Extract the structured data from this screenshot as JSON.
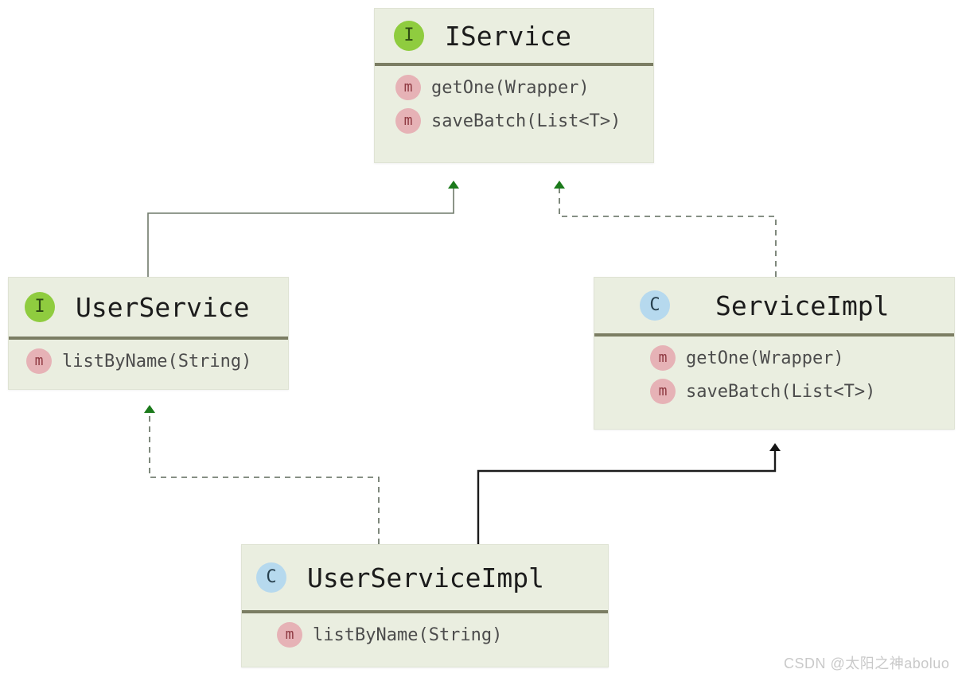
{
  "diagram": {
    "type": "uml-class-diagram",
    "background": "#ffffff",
    "box_fill": "#eaeee0",
    "divider_color": "#7b7d63",
    "interface_icon_color": "#8fcc3f",
    "class_icon_color": "#b6d9ee",
    "method_icon_color": "#e6b2b6",
    "inherit_arrow_color": "#1b7a1b",
    "assoc_arrow_color": "#222222"
  },
  "classes": [
    {
      "id": "iservice",
      "name": "IService",
      "stereotype": "interface",
      "icon": "interface-icon",
      "icon_letter": "I",
      "members": [
        {
          "icon": "method-icon",
          "icon_letter": "m",
          "label": "getOne(Wrapper)"
        },
        {
          "icon": "method-icon",
          "icon_letter": "m",
          "label": "saveBatch(List<T>)"
        }
      ]
    },
    {
      "id": "userservice",
      "name": "UserService",
      "stereotype": "interface",
      "icon": "interface-icon",
      "icon_letter": "I",
      "members": [
        {
          "icon": "method-icon",
          "icon_letter": "m",
          "label": "listByName(String)"
        }
      ]
    },
    {
      "id": "serviceimpl",
      "name": "ServiceImpl",
      "stereotype": "class",
      "icon": "class-icon",
      "icon_letter": "C",
      "members": [
        {
          "icon": "method-icon",
          "icon_letter": "m",
          "label": "getOne(Wrapper)"
        },
        {
          "icon": "method-icon",
          "icon_letter": "m",
          "label": "saveBatch(List<T>)"
        }
      ]
    },
    {
      "id": "userserviceimpl",
      "name": "UserServiceImpl",
      "stereotype": "class",
      "icon": "class-icon",
      "icon_letter": "C",
      "members": [
        {
          "icon": "method-icon",
          "icon_letter": "m",
          "label": "listByName(String)"
        }
      ]
    }
  ],
  "relations": [
    {
      "id": "userservice-extends-iservice",
      "from": "UserService",
      "to": "IService",
      "style": "solid",
      "arrow": "hollow-triangle-green",
      "kind": "generalization"
    },
    {
      "id": "serviceimpl-implements-iservice",
      "from": "ServiceImpl",
      "to": "IService",
      "style": "dashed",
      "arrow": "triangle-green",
      "kind": "realization"
    },
    {
      "id": "userserviceimpl-implements-userservice",
      "from": "UserServiceImpl",
      "to": "UserService",
      "style": "dashed",
      "arrow": "triangle-green",
      "kind": "realization"
    },
    {
      "id": "userserviceimpl-extends-serviceimpl",
      "from": "UserServiceImpl",
      "to": "ServiceImpl",
      "style": "solid",
      "arrow": "triangle-black",
      "kind": "generalization"
    }
  ],
  "watermark": {
    "text": "CSDN @太阳之神aboluo"
  }
}
